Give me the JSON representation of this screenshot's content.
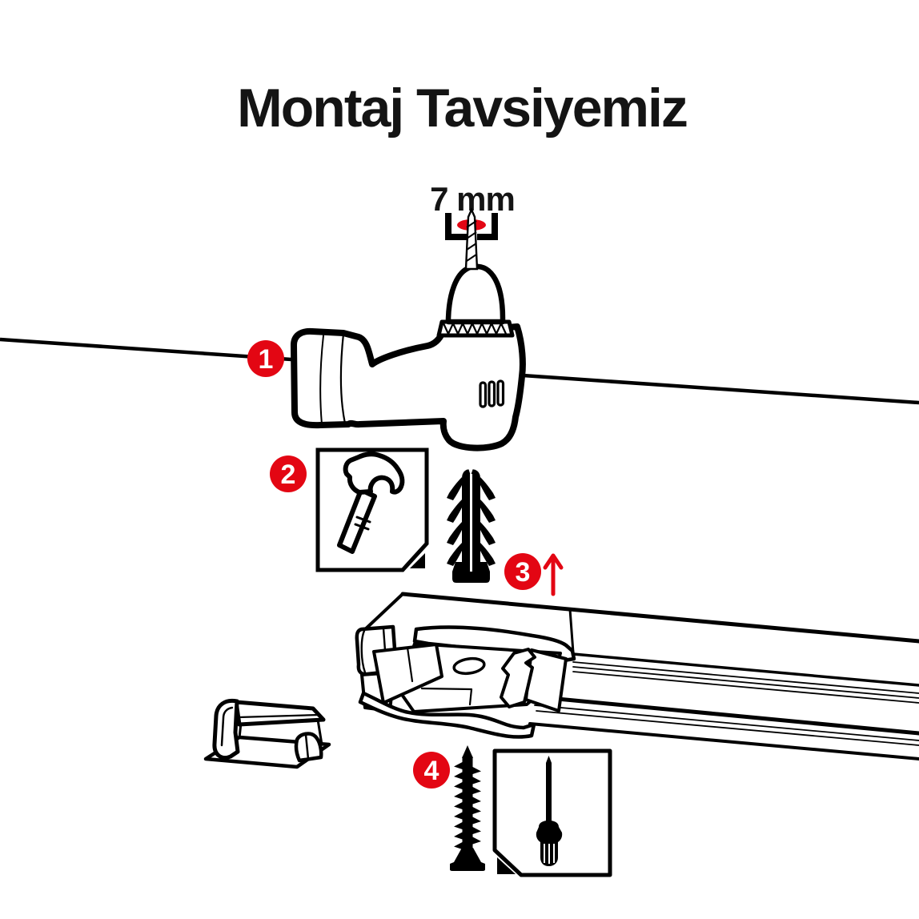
{
  "colors": {
    "accent": "#e30613",
    "ink": "#000000",
    "background": "#ffffff"
  },
  "title": "Montaj Tavsiyemiz",
  "measurement": {
    "label": "7 mm"
  },
  "steps": [
    {
      "number": "1",
      "icon": "drill-icon"
    },
    {
      "number": "2",
      "icon": "hammer-icon-and-wallplug-icon"
    },
    {
      "number": "3",
      "icon": "rail-with-bracket-icon-and-up-arrow-icon"
    },
    {
      "number": "4",
      "icon": "screw-icon-and-screwdriver-icon"
    }
  ]
}
